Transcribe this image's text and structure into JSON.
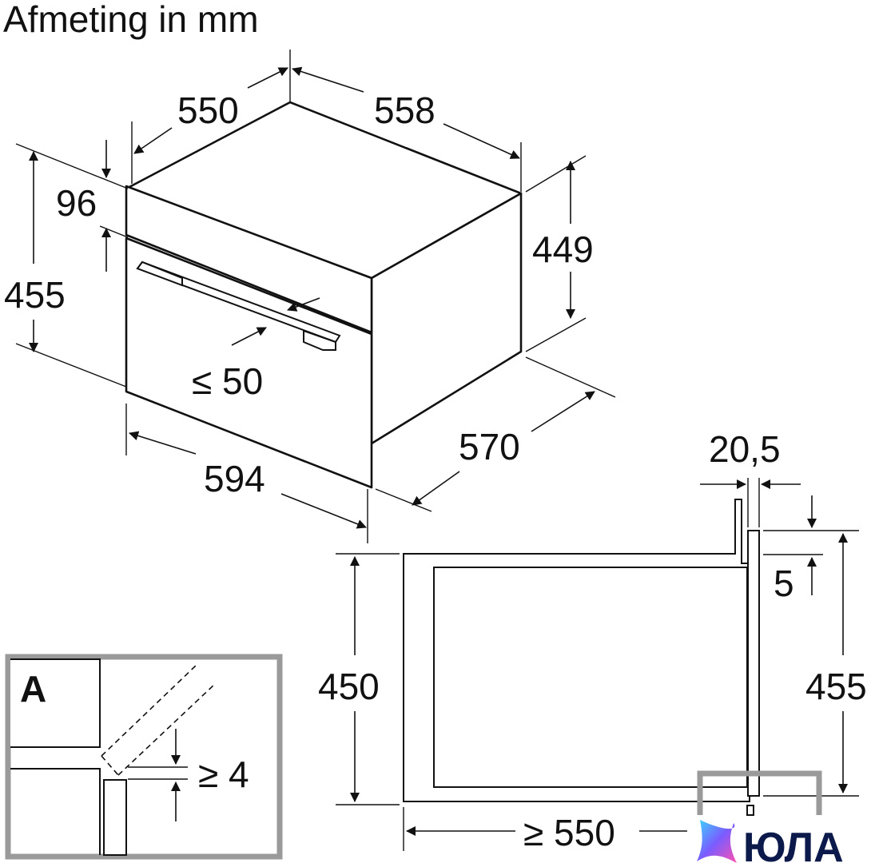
{
  "title": "Afmeting in mm",
  "detail_label": "A",
  "colors": {
    "line": "#111111",
    "detail_frame": "#9a9a9a",
    "brand_text": "#0b1a4a"
  },
  "dimensions": {
    "depth_top": "550",
    "width_side": "558",
    "panel_height": "96",
    "front_height": "455",
    "body_height": "449",
    "front_protrusion": "≤ 50",
    "front_width": "594",
    "total_depth": "570",
    "side_front_thickness": "20,5",
    "side_gap": "5",
    "side_niche_height": "450",
    "side_total_height": "455",
    "side_niche_depth": "≥ 550",
    "detail_gap": "≥ 4"
  },
  "watermark": {
    "text": "ЮЛА",
    "icon": "star-logo-icon"
  }
}
